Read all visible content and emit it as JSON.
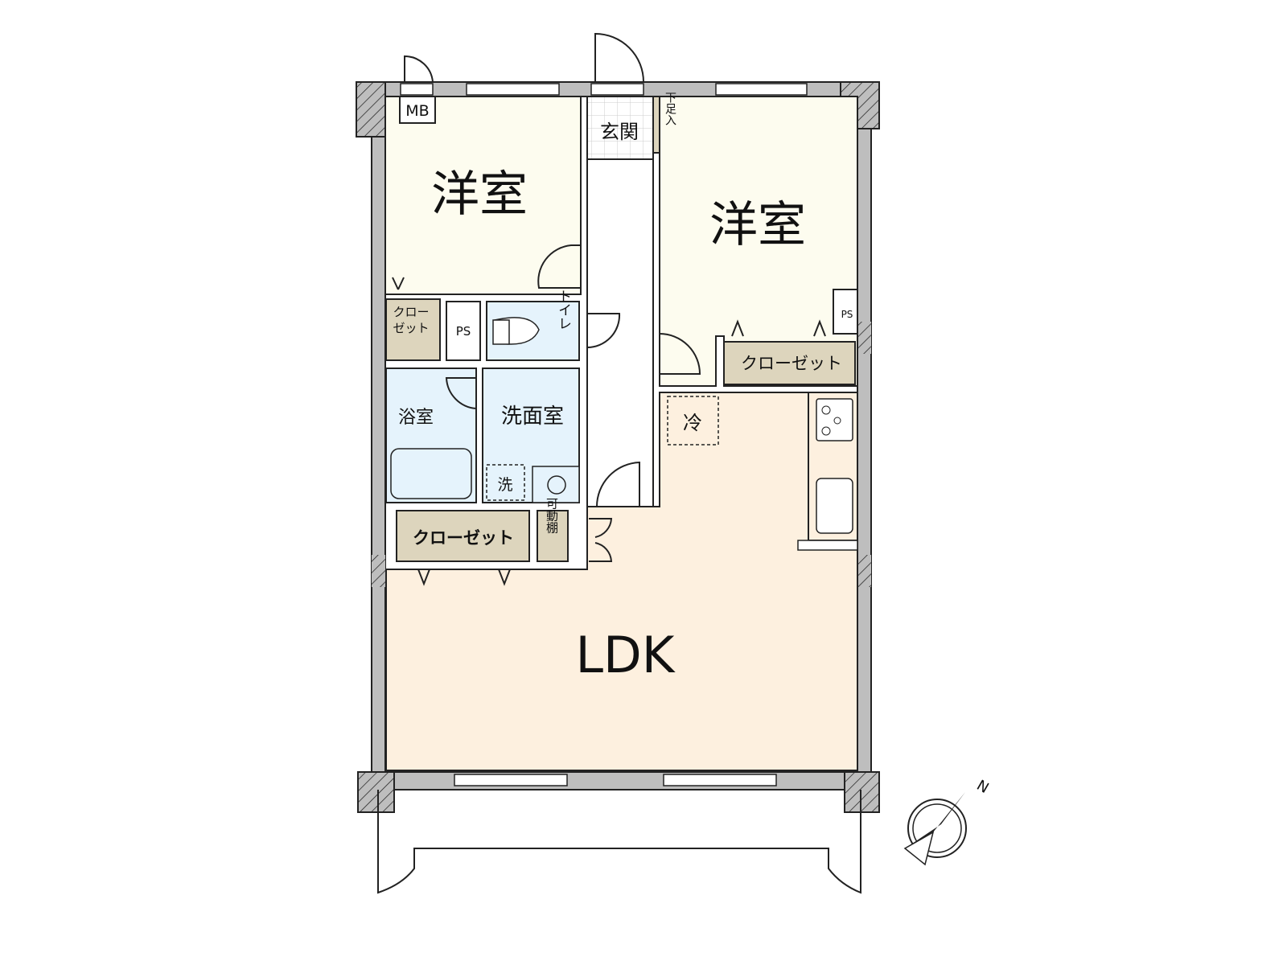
{
  "colors": {
    "wall": "#bebebe",
    "bedroom": "#fdfcef",
    "ldk": "#fdf0df",
    "closet": "#ddd5bd",
    "wet": "#e5f3fc"
  },
  "rooms": {
    "bedroom_1": "洋室",
    "bedroom_2": "洋室",
    "entrance": "玄関",
    "shoe_storage": "下足入",
    "meter_box": "MB",
    "closet_small_line1": "クロー",
    "closet_small_line2": "ゼット",
    "ps_left": "PS",
    "ps_right": "PS",
    "toilet": "トイレ",
    "bathroom": "浴室",
    "washroom": "洗面室",
    "washer": "洗",
    "fridge": "冷",
    "closet_bedroom2": "クローゼット",
    "closet_hall": "クローゼット",
    "movable_shelf": "可動棚",
    "ldk": "LDK"
  },
  "compass": {
    "label": "N"
  }
}
